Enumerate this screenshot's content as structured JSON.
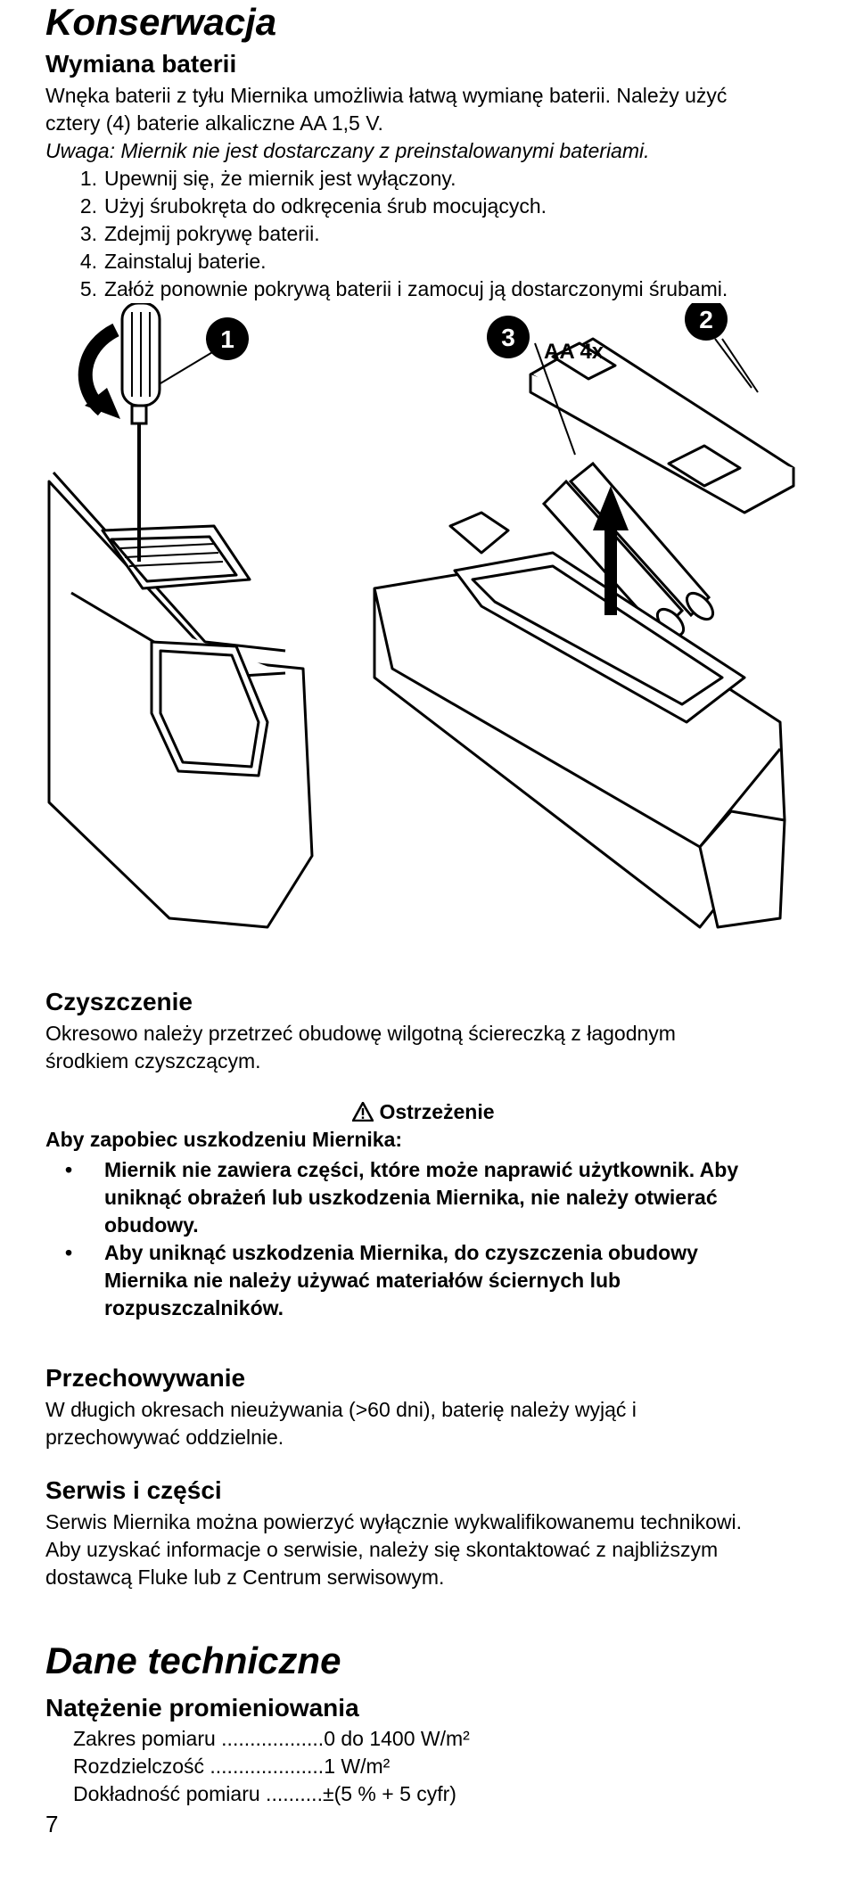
{
  "sections": {
    "konserwacja_title": "Konserwacja",
    "battery": {
      "title": "Wymiana baterii",
      "intro_line1": "Wnęka baterii z tyłu Miernika umożliwia łatwą wymianę baterii. Należy użyć",
      "intro_line2": "cztery (4) baterie alkaliczne AA 1,5 V.",
      "note": "Uwaga: Miernik nie jest dostarczany z preinstalowanymi bateriami.",
      "steps": [
        {
          "num": "1.",
          "text": "Upewnij się, że miernik jest wyłączony."
        },
        {
          "num": "2.",
          "text": "Użyj śrubokręta do odkręcenia śrub mocujących."
        },
        {
          "num": "3.",
          "text": "Zdejmij pokrywę baterii."
        },
        {
          "num": "4.",
          "text": "Zainstaluj baterie."
        },
        {
          "num": "5.",
          "text": "Załóż ponownie pokrywą baterii i zamocuj ją dostarczonymi śrubami."
        }
      ]
    },
    "illustration": {
      "callout_1": "1",
      "callout_2": "2",
      "callout_3": "3",
      "battery_label": "AA 4x"
    },
    "cleaning": {
      "title": "Czyszczenie",
      "line1": "Okresowo należy przetrzeć obudowę wilgotną ściereczką z łagodnym",
      "line2": "środkiem czyszczącym."
    },
    "warning": {
      "icon": "warning-triangle-icon",
      "heading": "Ostrzeżenie",
      "lead": "Aby zapobiec uszkodzeniu Miernika:",
      "bullets": [
        {
          "l1": "Miernik nie zawiera części, które może naprawić użytkownik. Aby",
          "l2": "uniknąć obrażeń lub uszkodzenia Miernika, nie należy otwierać",
          "l3": "obudowy."
        },
        {
          "l1": "Aby uniknąć uszkodzenia Miernika, do czyszczenia obudowy",
          "l2": "Miernika nie należy używać materiałów ściernych lub",
          "l3": "rozpuszczalników."
        }
      ]
    },
    "storage": {
      "title": "Przechowywanie",
      "line1": "W długich okresach nieużywania (>60 dni), baterię należy wyjąć i",
      "line2": "przechowywać oddzielnie."
    },
    "service": {
      "title": "Serwis i części",
      "line1": "Serwis Miernika można powierzyć wyłącznie wykwalifikowanemu technikowi.",
      "line2": "Aby uzyskać informacje o serwisie, należy się skontaktować z najbliższym",
      "line3": "dostawcą Fluke lub z Centrum serwisowym."
    },
    "specs_title": "Dane techniczne",
    "irradiance": {
      "title": "Natężenie promieniowania",
      "rows": [
        "Zakres pomiaru ..................0 do 1400 W/m²",
        "Rozdzielczość ....................1 W/m²",
        "Dokładność pomiaru ..........±(5 % + 5 cyfr)"
      ]
    }
  },
  "page_number": "7"
}
